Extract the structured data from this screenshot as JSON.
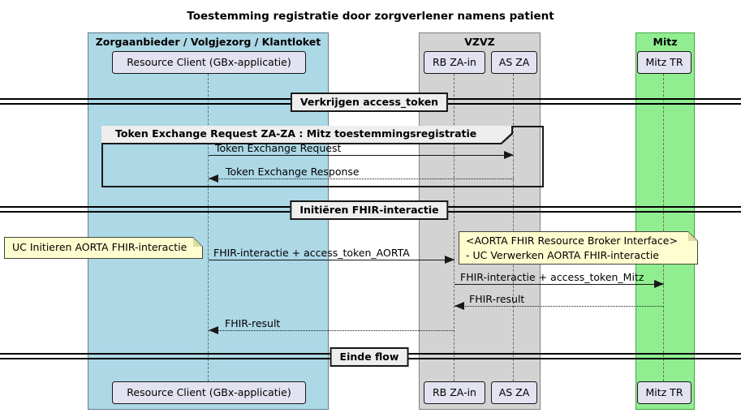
{
  "title": "Toestemming registratie door zorgverlener namens patient",
  "groups": {
    "zorgaanbieder": {
      "label": "Zorgaanbieder / Volgjezorg / Klantloket",
      "bg": "#ADD8E6",
      "border": "#5f7d8c"
    },
    "vzvz": {
      "label": "VZVZ",
      "bg": "#D3D3D3",
      "border": "#7f7f7f"
    },
    "mitz": {
      "label": "Mitz",
      "bg": "#90EE90",
      "border": "#46a546"
    }
  },
  "participants": {
    "resource_client": "Resource Client (GBx-applicatie)",
    "rb_za_in": "RB ZA-in",
    "as_za": "AS ZA",
    "mitz_tr": "Mitz TR"
  },
  "dividers": [
    "Verkrijgen access_token",
    "Initiëren FHIR-interactie",
    "Einde flow"
  ],
  "frame": {
    "label": "Token Exchange Request ZA-ZA : Mitz toestemmingsregistratie"
  },
  "messages": [
    {
      "label": "Token Exchange Request",
      "from": "Resource Client (GBx-applicatie)",
      "to": "AS ZA",
      "line": "solid"
    },
    {
      "label": "Token Exchange Response",
      "from": "AS ZA",
      "to": "Resource Client (GBx-applicatie)",
      "line": "dotted"
    },
    {
      "label": "FHIR-interactie + access_token_AORTA",
      "from": "Resource Client (GBx-applicatie)",
      "to": "RB ZA-in",
      "line": "solid"
    },
    {
      "label": "FHIR-interactie + access_token_Mitz",
      "from": "RB ZA-in",
      "to": "Mitz TR",
      "line": "solid"
    },
    {
      "label": "FHIR-result",
      "from": "Mitz TR",
      "to": "RB ZA-in",
      "line": "dotted"
    },
    {
      "label": "FHIR-result",
      "from": "RB ZA-in",
      "to": "Resource Client (GBx-applicatie)",
      "line": "dotted"
    }
  ],
  "notes": [
    {
      "lines": [
        "UC Initieren AORTA FHIR-interactie"
      ]
    },
    {
      "lines": [
        "<AORTA FHIR Resource Broker Interface>",
        "- UC Verwerken AORTA FHIR-interactie"
      ]
    }
  ],
  "colors": {
    "participant_bg": "#E2E2F0",
    "note_bg": "#FDFDCF",
    "divider_bg": "#EEEEEE",
    "line": "#181818"
  }
}
